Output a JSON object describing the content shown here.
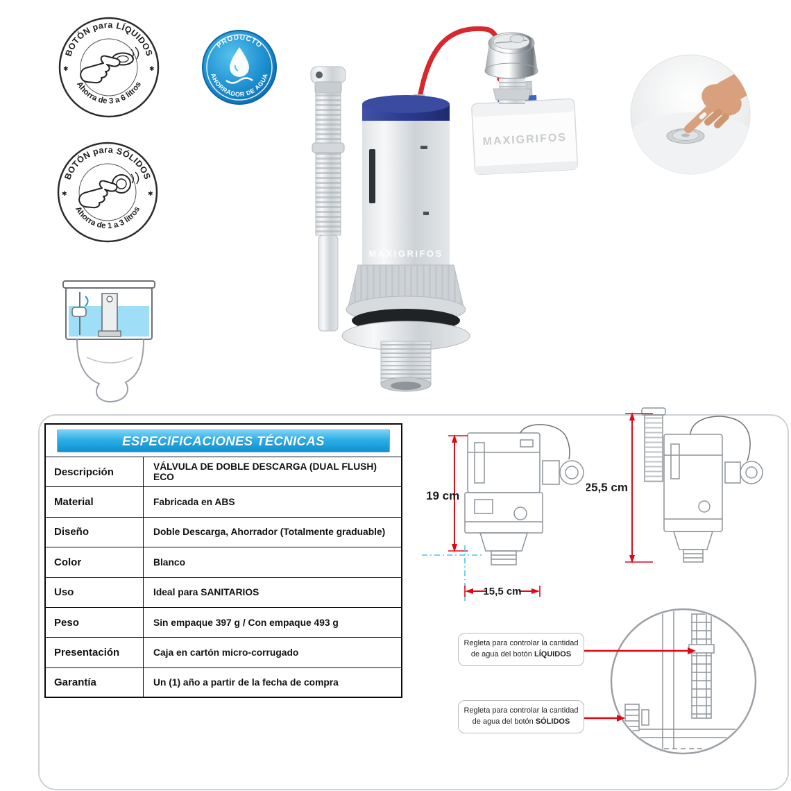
{
  "badges": {
    "liquids": {
      "top": "BOTÓN para LÍQUIDOS",
      "bottom": "Ahorra de 3 a 6 litros",
      "star": "✱"
    },
    "solids": {
      "top": "BOTÓN para SÓLIDOS",
      "bottom": "Ahorra de 1 a 3 litros",
      "star": "✱"
    },
    "water_saver": {
      "top": "PRODUCTO",
      "bottom": "AHORRADOR DE AGUA"
    }
  },
  "product": {
    "body_watermark": "MAXIGRIFOS",
    "box_label": "MAXIGRIFOS"
  },
  "specs": {
    "title": "ESPECIFICACIONES TÉCNICAS",
    "rows": [
      {
        "label": "Descripción",
        "value": "VÁLVULA DE DOBLE DESCARGA (DUAL FLUSH) ECO"
      },
      {
        "label": "Material",
        "value": "Fabricada en ABS"
      },
      {
        "label": "Diseño",
        "value": "Doble Descarga, Ahorrador (Totalmente graduable)"
      },
      {
        "label": "Color",
        "value": "Blanco"
      },
      {
        "label": "Uso",
        "value": "Ideal para SANITARIOS"
      },
      {
        "label": "Peso",
        "value": "Sin empaque 397 g  /  Con empaque 493 g"
      },
      {
        "label": "Presentación",
        "value": "Caja en cartón micro-corrugado"
      },
      {
        "label": "Garantía",
        "value": "Un (1) año a partir de la fecha de compra"
      }
    ]
  },
  "dimensions": {
    "short_height": "19 cm",
    "width": "15,5 cm",
    "tall_height": "25,5 cm"
  },
  "callouts": {
    "liquids": {
      "line1": "Regleta para controlar la cantidad",
      "line2": "de agua del botón",
      "keyword": "LÍQUIDOS"
    },
    "solids": {
      "line1": "Regleta para controlar la cantidad",
      "line2": "de agua del botón",
      "keyword": "SÓLIDOS"
    }
  },
  "colors": {
    "accent_blue": "#1C9AD6",
    "dimension_red": "#E30613",
    "cap_navy": "#2B3A8F",
    "water_cyan": "#9EDFF7"
  }
}
